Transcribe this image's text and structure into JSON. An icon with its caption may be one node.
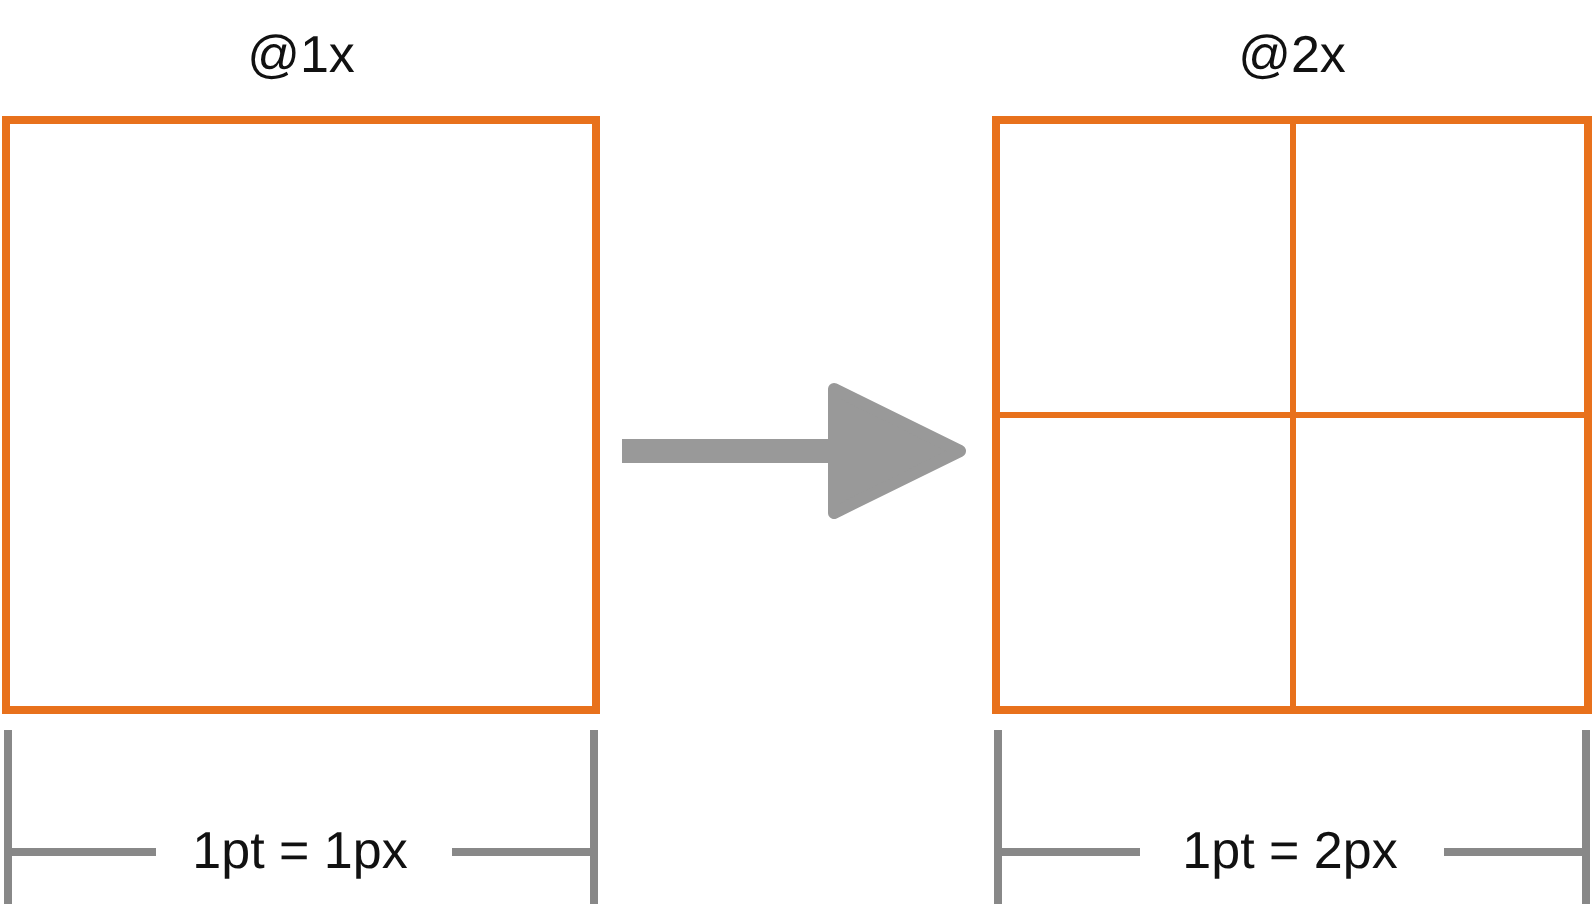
{
  "diagram": {
    "nodes": [
      {
        "text": [
          "@1x"
        ]
      },
      {
        "text": [
          "@2x"
        ]
      }
    ],
    "edges": [
      {
        "from": 0,
        "to": 1,
        "arrow": "to"
      }
    ],
    "labels": [
      "1pt = 1px",
      "1pt = 2px"
    ]
  }
}
